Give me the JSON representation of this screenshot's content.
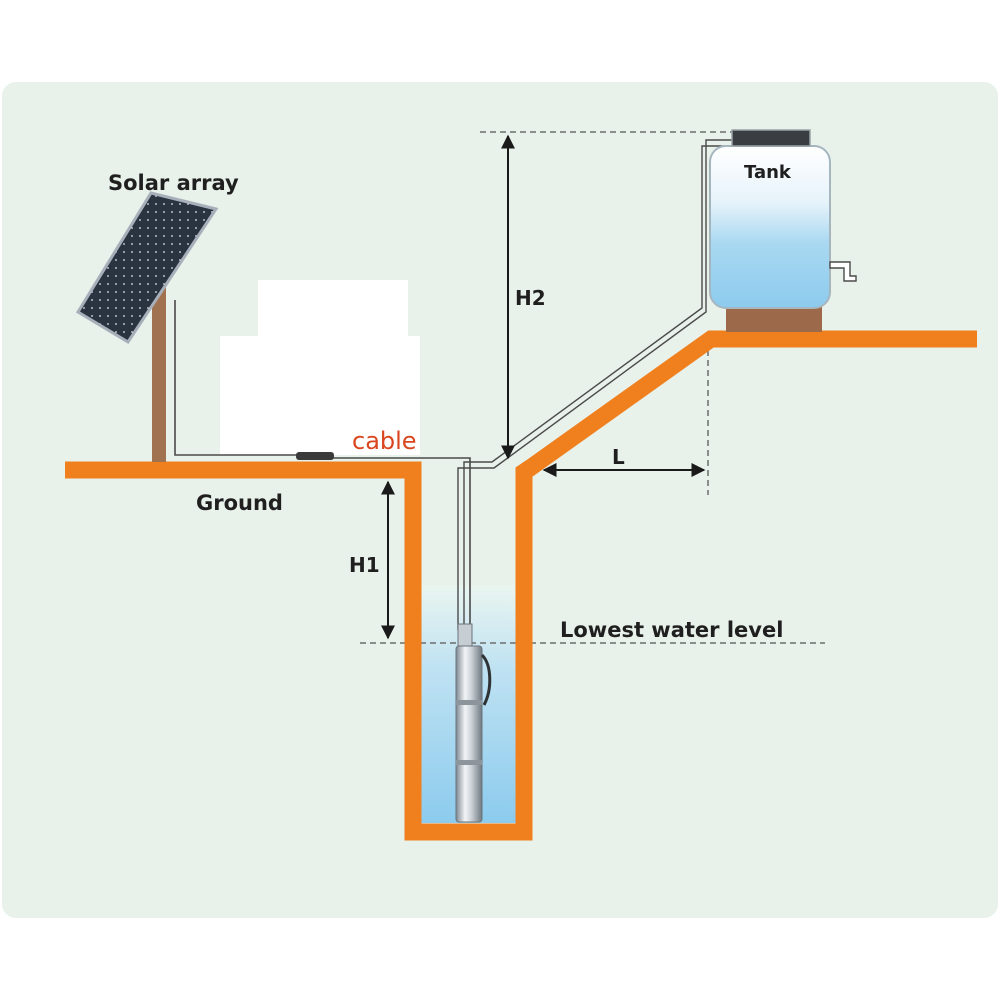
{
  "diagram": {
    "labels": {
      "solar_array": "Solar array",
      "cable": "cable",
      "ground": "Ground",
      "h1": "H1",
      "h2": "H2",
      "l": "L",
      "tank": "Tank",
      "lowest_water_level": "Lowest water level"
    },
    "colors": {
      "background_panel": "#e8f1ea",
      "ground_line": "#f07f1d",
      "cable_label": "#d9461f",
      "water": "#9fd3ee",
      "solar_panel": "#2b3440",
      "tank_base": "#9c6a4a",
      "pole": "#a0724f"
    }
  }
}
